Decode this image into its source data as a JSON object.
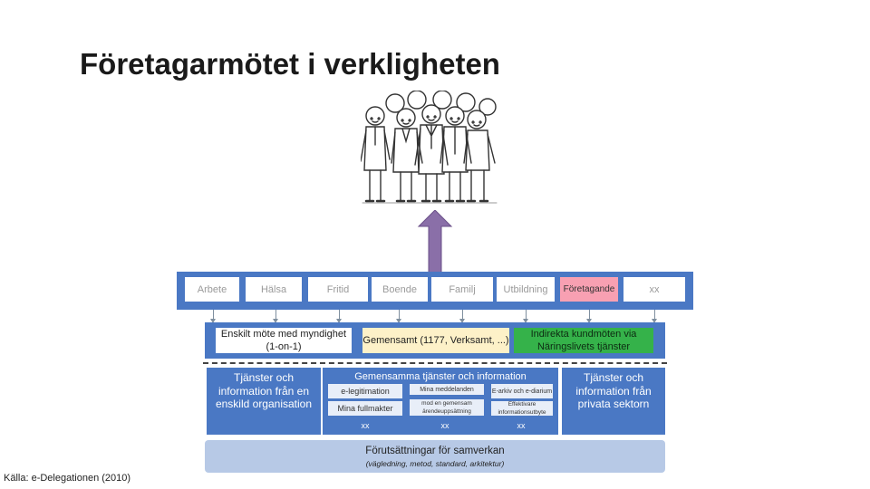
{
  "title": "Företagarmötet i verkligheten",
  "life_areas": [
    "Arbete",
    "Hälsa",
    "Fritid",
    "Boende",
    "Familj",
    "Utbildning",
    "Företagande",
    "xx"
  ],
  "meetings": {
    "enskilt": "Enskilt möte med myndighet (1-on-1)",
    "gemensamt": "Gemensamt (1177, Verksamt, ...)",
    "indirekta": "Indirekta kundmöten via Näringslivets tjänster"
  },
  "columns": {
    "left": "Tjänster och information från en enskild organisation",
    "middle_title": "Gemensamma tjänster och information",
    "right": "Tjänster och information från privata sektorn"
  },
  "services": {
    "e_legitimation": "e-legitimation",
    "mina_meddelanden": "Mina meddelanden",
    "e_arkiv": "E-arkiv och e-diarium",
    "mina_fullmakter": "Mina fullmakter",
    "mod_gemensam": "mod en gemensam ärendeuppsättning",
    "effektivare": "Effektivare informationsutbyte",
    "xx1": "xx",
    "xx2": "xx",
    "xx3": "xx"
  },
  "prerequisites": {
    "title": "Förutsättningar för samverkan",
    "subtitle": "(vägledning, metod, standard, arkitektur)"
  },
  "source": "Källa: e-Delegationen (2010)",
  "colors": {
    "bar_blue": "#4a78c4",
    "pink": "#f8a0b2",
    "green": "#35b24a",
    "arrow": "#8a6fa8"
  }
}
